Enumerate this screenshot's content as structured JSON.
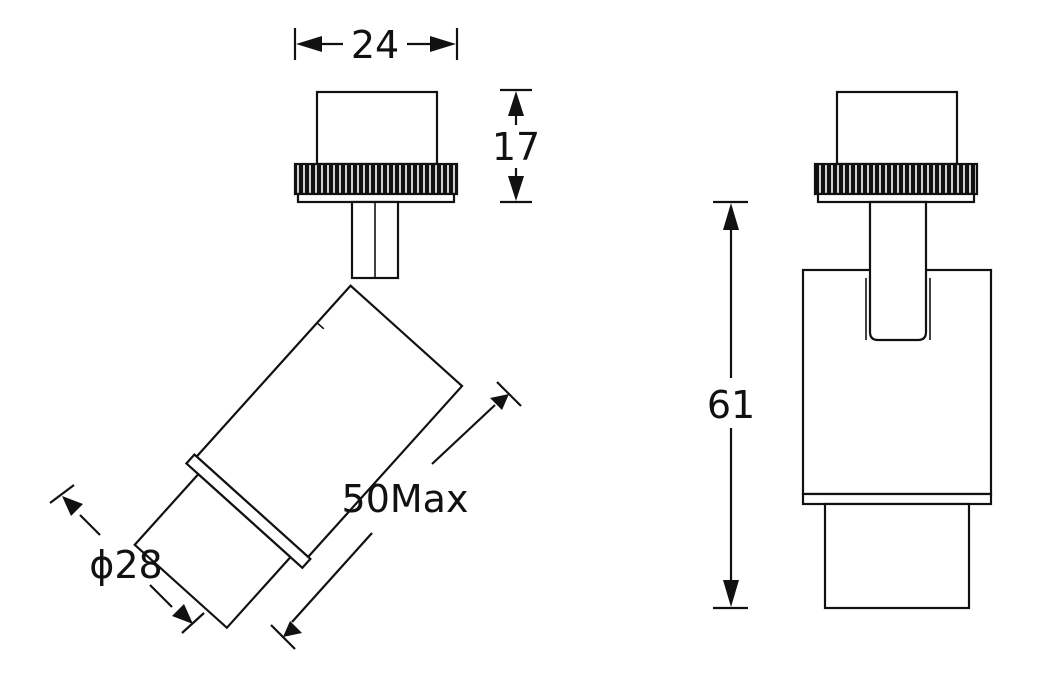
{
  "dimensions": {
    "width": "24",
    "cap_height": "17",
    "diameter": "ϕ28",
    "length": "50Max",
    "total_height": "61"
  },
  "colors": {
    "line": "#111111",
    "background": "#ffffff"
  }
}
